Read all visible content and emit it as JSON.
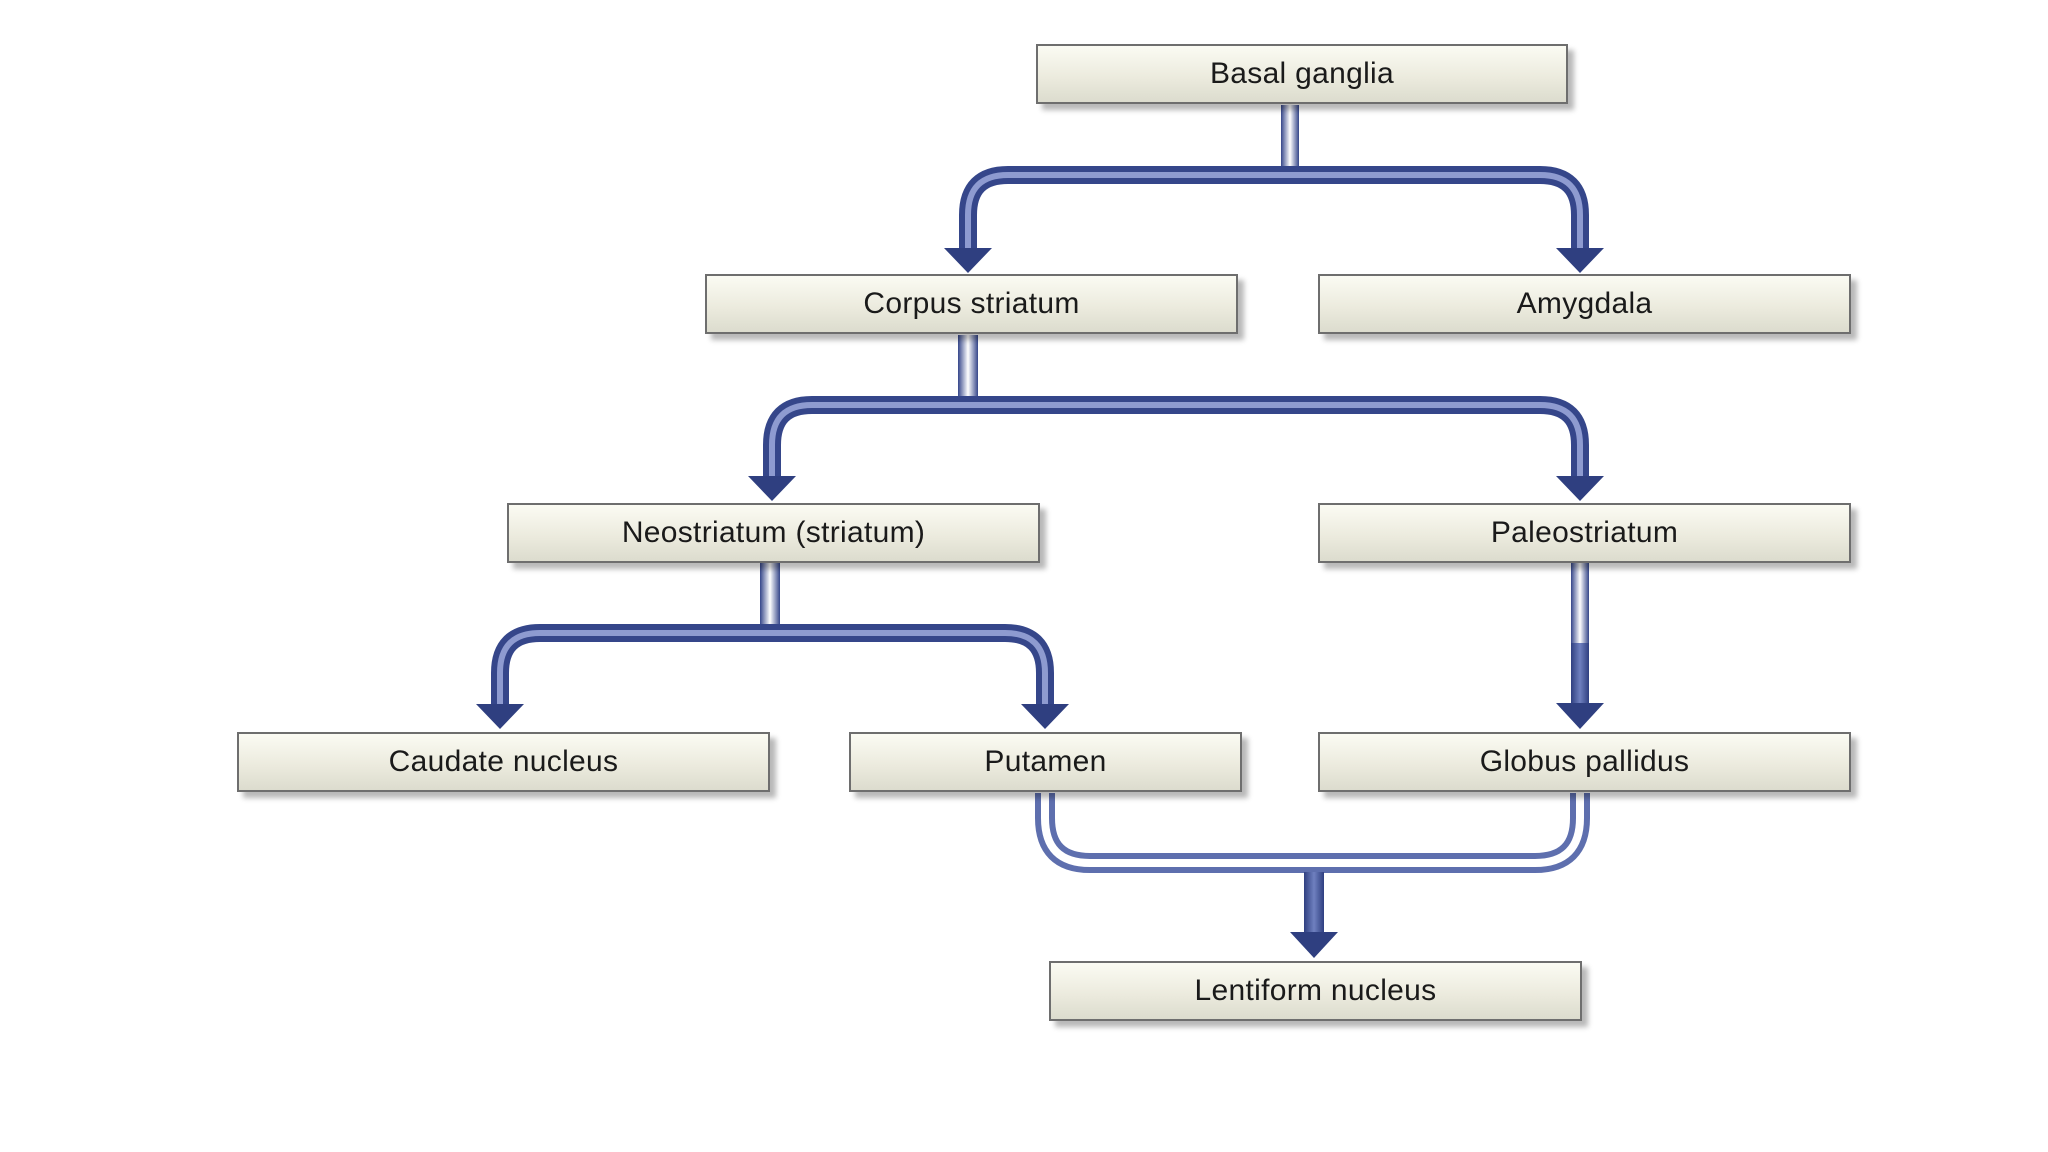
{
  "nodes": {
    "basal_ganglia": "Basal ganglia",
    "corpus_striatum": "Corpus striatum",
    "amygdala": "Amygdala",
    "neostriatum": "Neostriatum (striatum)",
    "paleostriatum": "Paleostriatum",
    "caudate_nucleus": "Caudate nucleus",
    "putamen": "Putamen",
    "globus_pallidus": "Globus pallidus",
    "lentiform_nucleus": "Lentiform nucleus"
  },
  "colors": {
    "arrow_dark": "#35468a",
    "arrow_mid": "#6f80bf",
    "arrow_light": "#ffffff",
    "box_border": "#6e6e6e",
    "box_fill_top": "#fbfbf3",
    "box_fill_bottom": "#dcdcce"
  }
}
